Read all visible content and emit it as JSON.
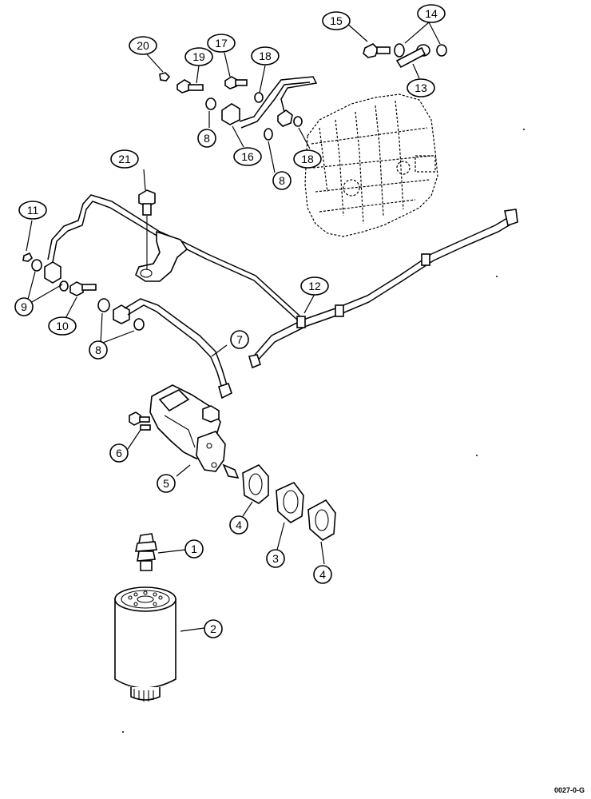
{
  "callouts": {
    "c1": "1",
    "c2": "2",
    "c3": "3",
    "c4a": "4",
    "c4b": "4",
    "c5": "5",
    "c6": "6",
    "c7": "7",
    "c8a": "8",
    "c8b": "8",
    "c8c": "8",
    "c9": "9",
    "c10": "10",
    "c11": "11",
    "c12": "12",
    "c13": "13",
    "c14": "14",
    "c15": "15",
    "c16": "16",
    "c17": "17",
    "c18a": "18",
    "c18b": "18",
    "c19": "19",
    "c20": "20",
    "c21": "21"
  },
  "figure_code": "0027-0-G"
}
